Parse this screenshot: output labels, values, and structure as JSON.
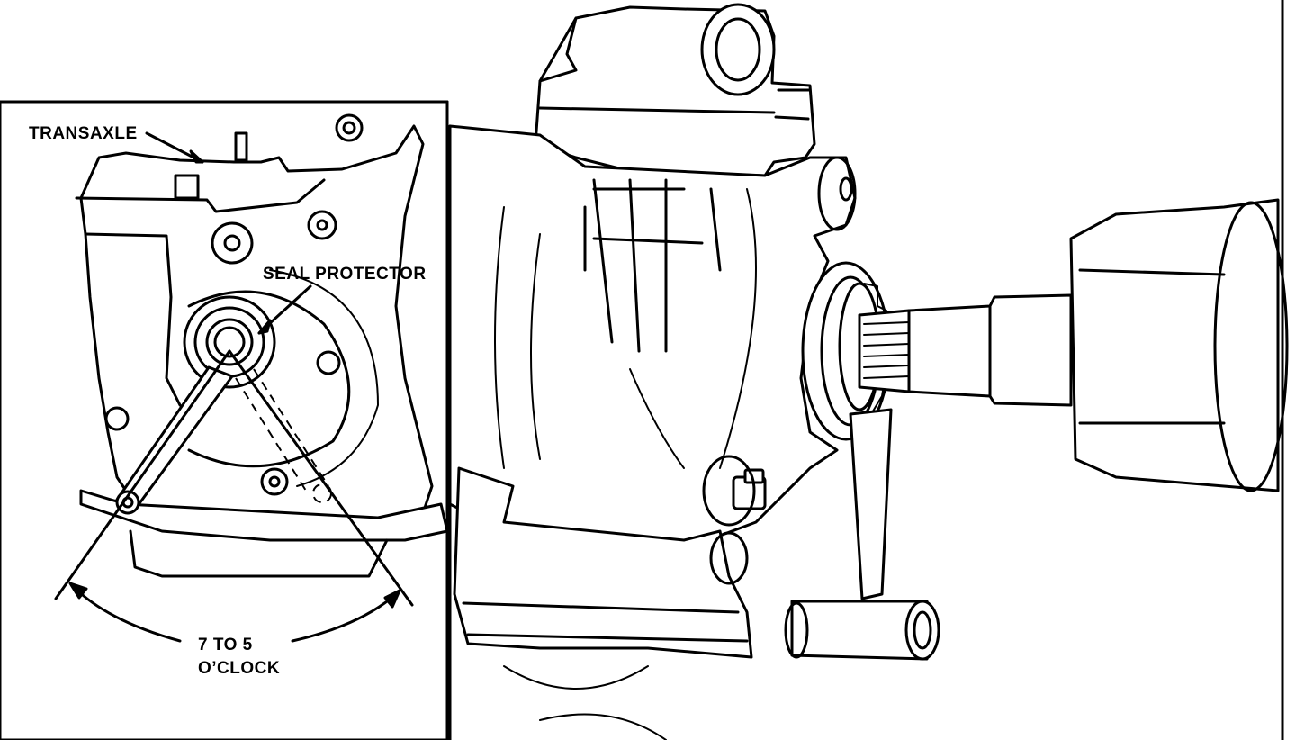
{
  "labels": {
    "transaxle": "TRANSAXLE",
    "seal_protector": "SEAL PROTECTOR",
    "angle_line1": "7 TO 5",
    "angle_line2": "O’CLOCK"
  },
  "colors": {
    "ink": "#000000",
    "paper": "#ffffff"
  }
}
